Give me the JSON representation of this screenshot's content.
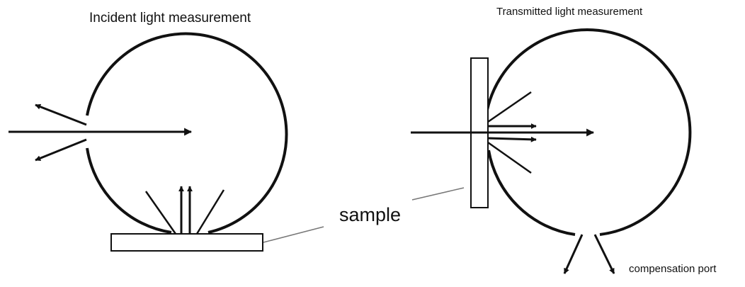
{
  "diagram": {
    "left_title": "Incident light measurement",
    "right_title": "Transmitted light measurement",
    "sample_label": "sample",
    "compensation_label": "compensation port",
    "colors": {
      "stroke": "#111111",
      "background": "#ffffff",
      "leader": "#777777"
    }
  }
}
